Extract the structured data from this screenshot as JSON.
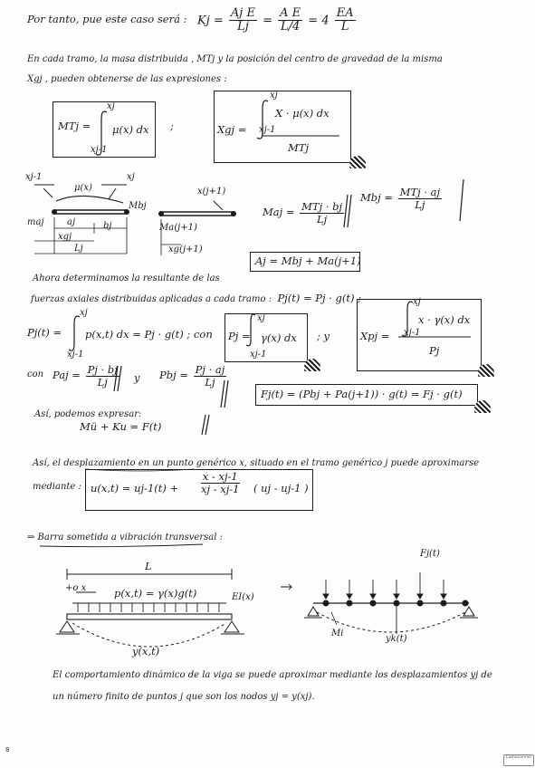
{
  "page": {
    "number": "8",
    "scanner_stamp": "CamScanner"
  },
  "lines": {
    "l1_prefix": "Por tanto, pue este caso será :",
    "l1_K": "Kj =",
    "l1_f1_num": "Aj E",
    "l1_f1_den": "Lj",
    "l1_f2_num": "A E",
    "l1_f2_den": "L/4",
    "l1_eq": "= 4",
    "l1_f3_num": "EA",
    "l1_f3_den": "L",
    "l2": "En cada tramo, la masa distribuida , MTj y la posición del centro de gravedad de la misma",
    "l3": "Xgj , pueden obtenerse de las expresiones :",
    "mtj_lhs": "MTj =",
    "mtj_top": "xj",
    "mtj_body": "μ(x) dx",
    "mtj_bot": "xj-1",
    "xgj_lhs": "Xgj =",
    "xgj_top": "xj",
    "xgj_body": "X · μ(x) dx",
    "xgj_bot": "xj-1",
    "xgj_den": "MTj",
    "fig1_xj1": "xj-1",
    "fig1_xj": "xj",
    "fig1_mu": "μ(x)",
    "fig1_maj": "maj",
    "fig1_mbj": "Mbj",
    "fig1_aj": "aj",
    "fig1_bj": "bj",
    "fig1_xgj": "xgj",
    "fig1_lj": "Lj",
    "fig1_xj1b": "x(j+1)",
    "fig1_maj1": "Ma(j+1)",
    "fig1_xgj1": "xg(j+1)",
    "maj_lhs": "Maj =",
    "maj_num": "MTj · bj",
    "maj_den": "Lj",
    "mbj_lhs": "Mbj =",
    "mbj_num": "MTj · aj",
    "mbj_den": "Lj",
    "aj_box": "Aj = Mbj + Ma(j+1)",
    "l4": "Ahora determinamos la resultante de las",
    "l5_a": "fuerzas axiales distribuidas aplicadas a cada tramo :",
    "l5_b": "Pj(t) = Pj · g(t) ;",
    "pj_lhs": "Pj(t) =",
    "pj_top": "xj",
    "pj_body": "p(x,t) dx = Pj · g(t) ;  con",
    "pj_bot": "xj-1",
    "pj2_lhs": "Pj =",
    "pj2_top": "xj",
    "pj2_body": "γ(x) dx",
    "pj2_bot": "xj-1",
    "pj2_sep": "; y",
    "xpj_lhs": "Xpj =",
    "xpj_top": "xj",
    "xpj_body": "x · γ(x) dx",
    "xpj_bot": "xj-1",
    "xpj_den": "Pj",
    "paj_pre": "con",
    "paj_lhs": "Paj =",
    "paj_num": "Pj · bj",
    "paj_den": "Lj",
    "paj_sep": "y",
    "pbj_lhs": "Pbj =",
    "pbj_num": "Pj · aj",
    "pbj_den": "Lj",
    "fj_box": "Fj(t) = (Pbj + Pa(j+1)) · g(t) = Fj · g(t)",
    "l6_a": "Así, podemos expresar:",
    "l6_b": "Mü + Ku = F(t)",
    "l7": "Así, el desplazamiento en un punto genérico x, situado en el tramo genérico j puede aproximarse",
    "l8_a": "mediante :",
    "u_lhs": "u(x,t) = uj-1(t) +",
    "u_num": "x - xj-1",
    "u_den": "xj - xj-1",
    "u_rhs": "( uj - uj-1 )",
    "section": "⇒ Barra sometida a vibración transversal :",
    "fig2_L": "L",
    "fig2_x": "+o x",
    "fig2_p": "p(x,t) = γ(x)g(t)",
    "fig2_EI": "EI(x)",
    "fig2_y": "y(x,t)",
    "fig3_F": "Fj(t)",
    "fig3_mi": "Mi",
    "fig3_yk": "yk(t)",
    "l9": "El comportamiento dinámico de la viga se puede aproximar mediante los desplazamientos yj de",
    "l10": "un número finito de puntos j que son los nodos   yj = y(xj)."
  }
}
